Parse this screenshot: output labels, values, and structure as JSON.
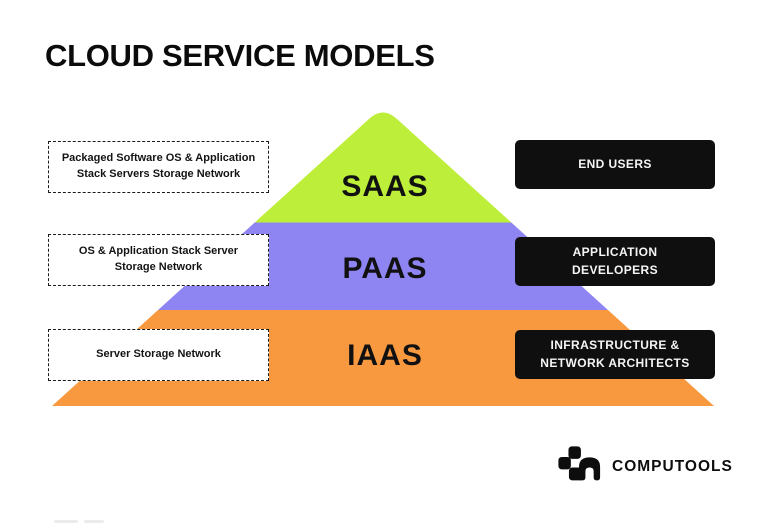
{
  "header": {
    "title": "CLOUD SERVICE MODELS"
  },
  "diagram": {
    "type": "pyramid",
    "layers": [
      {
        "id": "saas",
        "label": "SAAS",
        "color": "#bdee3a",
        "description_lines": [
          "Packaged Software OS & Application",
          "Stack Servers Storage Network"
        ],
        "audience_lines": [
          "END USERS"
        ]
      },
      {
        "id": "paas",
        "label": "PAAS",
        "color": "#8e85f3",
        "description_lines": [
          "OS & Application Stack Server",
          "Storage Network"
        ],
        "audience_lines": [
          "APPLICATION",
          "DEVELOPERS"
        ]
      },
      {
        "id": "iaas",
        "label": "IAAS",
        "color": "#f8993f",
        "description_lines": [
          "Server Storage Network"
        ],
        "audience_lines": [
          "INFRASTRUCTURE &",
          "NETWORK ARCHITECTS"
        ]
      }
    ]
  },
  "branding": {
    "company": "COMPUTOOLS",
    "logo_icon": "computools-mark-icon",
    "text_color": "#0d0d0d",
    "panel_color": "#0f0f0f"
  }
}
